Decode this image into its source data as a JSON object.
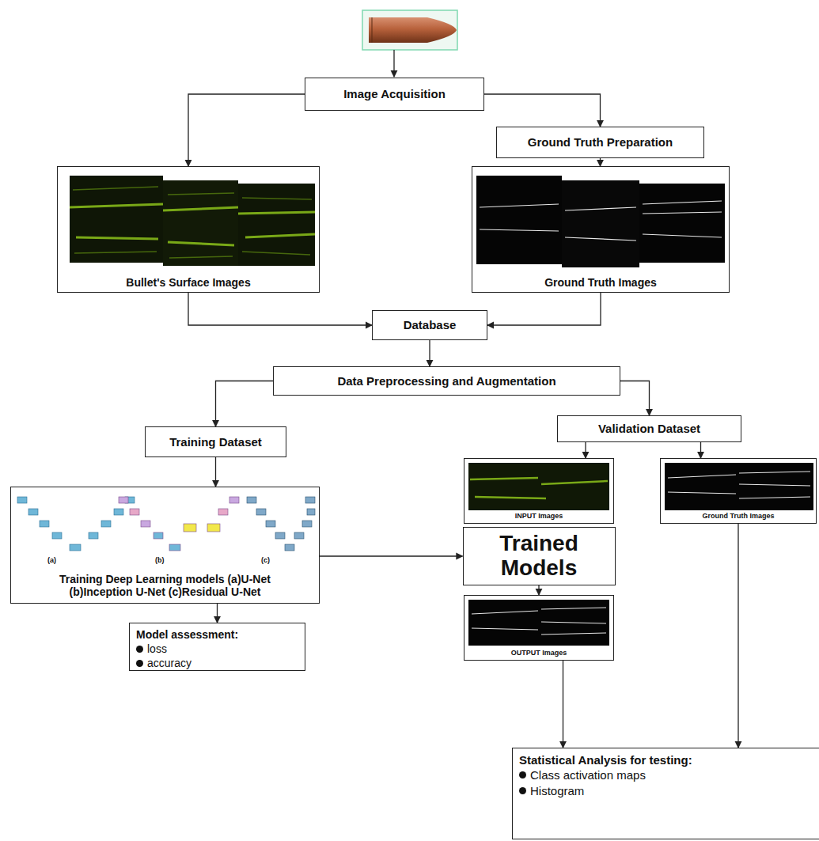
{
  "diagram": {
    "nodes": [
      {
        "text": [
          "Image Acquisition"
        ]
      },
      {
        "text": [
          "Ground Truth Preparation"
        ]
      },
      {
        "text": [
          "Bullet's Surface Images"
        ]
      },
      {
        "text": [
          "Ground Truth Images"
        ]
      },
      {
        "text": [
          "Database"
        ]
      },
      {
        "text": [
          "Data Preprocessing and Augmentation"
        ]
      },
      {
        "text": [
          "Training Dataset"
        ]
      },
      {
        "text": [
          "Validation Dataset"
        ]
      },
      {
        "text": [
          "INPUT Images"
        ]
      },
      {
        "text": [
          "Ground Truth Images"
        ]
      },
      {
        "text": [
          "Training Deep Learning models (a)U-Net (b)Inception U-Net (c)Residual U-Net"
        ]
      },
      {
        "text": [
          "Trained Models"
        ]
      },
      {
        "text": [
          "OUTPUT Images"
        ]
      },
      {
        "text": [
          "Model assessment:",
          "loss",
          "accuracy"
        ]
      },
      {
        "text": [
          "Statistical Analysis for testing:",
          "Class activation maps",
          "Histogram"
        ]
      }
    ],
    "edges": [
      {
        "from": 0,
        "to": 2,
        "arrow": "to"
      },
      {
        "from": 0,
        "to": 1,
        "arrow": "to"
      },
      {
        "from": 1,
        "to": 3,
        "arrow": "to"
      },
      {
        "from": 2,
        "to": 4,
        "arrow": "to"
      },
      {
        "from": 3,
        "to": 4,
        "arrow": "to"
      },
      {
        "from": 4,
        "to": 5,
        "arrow": "to"
      },
      {
        "from": 5,
        "to": 6,
        "arrow": "to"
      },
      {
        "from": 5,
        "to": 7,
        "arrow": "to"
      },
      {
        "from": 6,
        "to": 10,
        "arrow": "to"
      },
      {
        "from": 7,
        "to": 8,
        "arrow": "to"
      },
      {
        "from": 7,
        "to": 9,
        "arrow": "to"
      },
      {
        "from": 10,
        "to": 11,
        "arrow": "to"
      },
      {
        "from": 11,
        "to": 12,
        "arrow": "to"
      },
      {
        "from": 10,
        "to": 13,
        "arrow": "to"
      },
      {
        "from": 12,
        "to": 14,
        "arrow": "to"
      },
      {
        "from": 9,
        "to": 14,
        "arrow": "to"
      }
    ],
    "labels": [
      "(a)",
      "(b)",
      "(c)"
    ]
  }
}
